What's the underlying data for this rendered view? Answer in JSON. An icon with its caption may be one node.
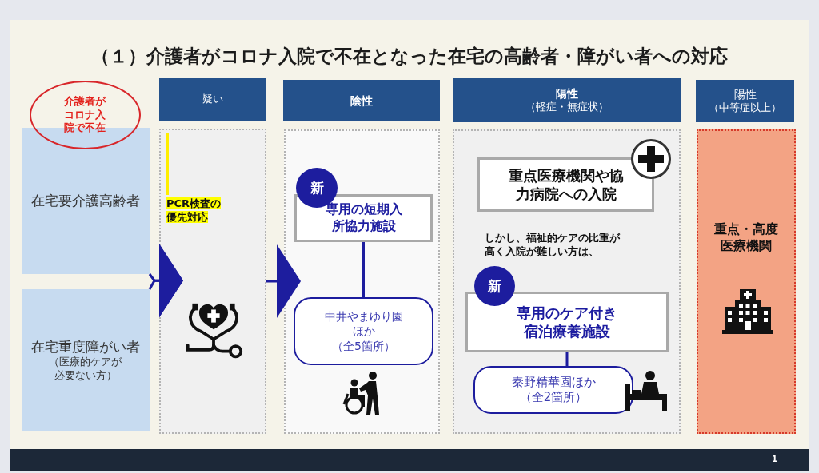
{
  "diagram": {
    "title": "（１）介護者がコロナ入院で不在となった在宅の高齢者・障がい者への対応",
    "nodes": [
      {
        "text": [
          "介護者がコロナ入院で不在"
        ]
      },
      {
        "text": [
          "在宅要介護高齢者"
        ]
      },
      {
        "text": [
          "在宅重度障がい者",
          "（医療的ケアが必要ない方）"
        ]
      },
      {
        "text": [
          "疑い"
        ]
      },
      {
        "text": [
          "PCR検査の優先対応"
        ]
      },
      {
        "text": [
          "陰性"
        ]
      },
      {
        "text": [],
        "shape": "box"
      },
      {
        "text": [
          "新"
        ],
        "in": 6
      },
      {
        "text": [
          "専用の短期入所協力施設"
        ],
        "in": 6
      },
      {
        "text": [
          "中井やまゆり園ほか",
          "（全5箇所）"
        ],
        "in": 6
      },
      {
        "text": [
          "陽性",
          "（軽症・無症状）"
        ]
      },
      {
        "text": [
          "しかし、福祉的ケアの比重が高く入院が難しい方は、"
        ]
      },
      {
        "text": [
          "重点医療機関や協力病院への入院"
        ],
        "in": 11
      },
      {
        "text": [
          "新"
        ],
        "in": 11
      },
      {
        "text": [
          "専用のケア付き宿泊療養施設"
        ],
        "in": 11
      },
      {
        "text": [
          "秦野精華園ほか",
          "（全2箇所）"
        ],
        "in": 11
      },
      {
        "text": [
          "陽性",
          "（中等症以上）"
        ]
      },
      {
        "text": [
          "重点・高度医療機関"
        ]
      }
    ],
    "edges": [
      {
        "from": 1,
        "to": 4,
        "arrow": "to"
      },
      {
        "from": 2,
        "to": 4,
        "arrow": "to"
      },
      {
        "from": 4,
        "to": 6,
        "arrow": "to"
      },
      {
        "from": 8,
        "to": 9,
        "arrow": "none"
      },
      {
        "from": 14,
        "to": 15,
        "arrow": "none"
      }
    ],
    "labels": [
      "1"
    ]
  }
}
